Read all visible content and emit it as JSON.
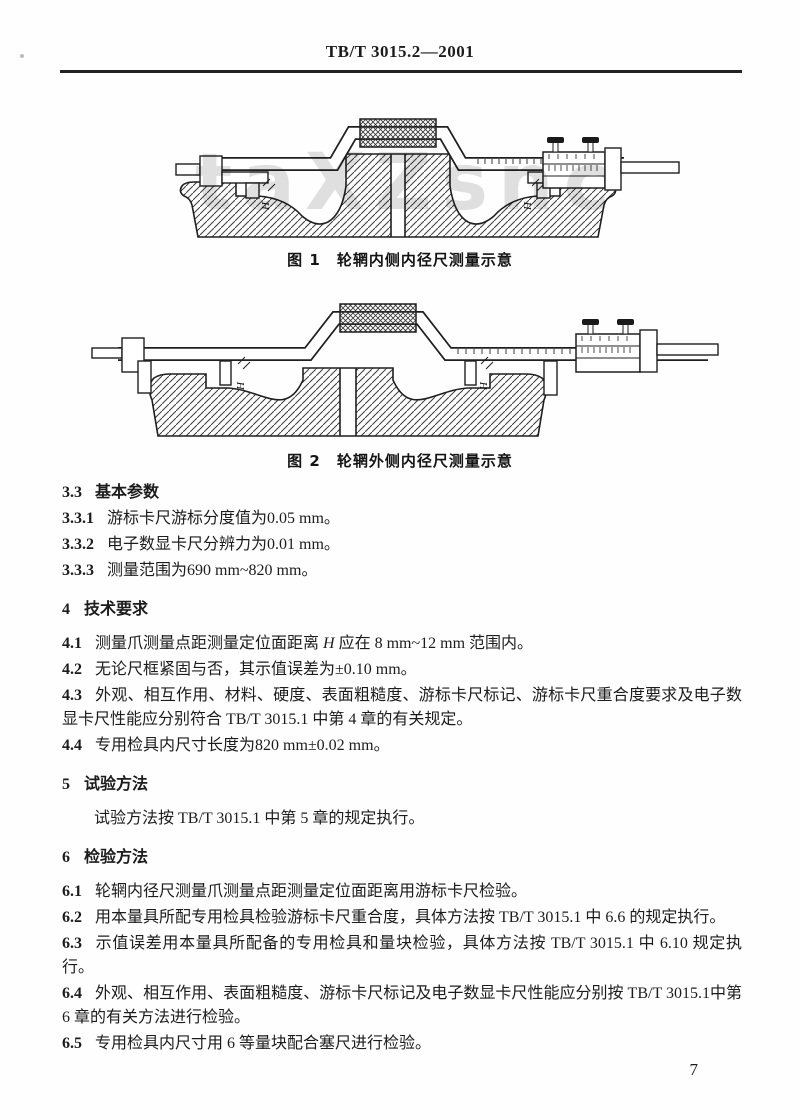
{
  "header": {
    "doc_number": "TB/T 3015.2—2001"
  },
  "watermark": {
    "text": "taXZsnc"
  },
  "figures": [
    {
      "caption": "图 1　轮辋内侧内径尺测量示意",
      "dim_label": "H"
    },
    {
      "caption": "图 2　轮辋外侧内径尺测量示意",
      "dim_label": "H"
    }
  ],
  "content": [
    {
      "num": "3.3",
      "text": "基本参数"
    },
    {
      "num": "3.3.1",
      "text": "游标卡尺游标分度值为0.05 mm。"
    },
    {
      "num": "3.3.2",
      "text": "电子数显卡尺分辨力为0.01 mm。"
    },
    {
      "num": "3.3.3",
      "text": "测量范围为690 mm~820 mm。"
    },
    {
      "num": "4",
      "text": "技术要求"
    },
    {
      "num": "4.1",
      "pre": "测量爪测量点距测量定位面距离 ",
      "var": "H",
      "post": " 应在 8 mm~12 mm 范围内。"
    },
    {
      "num": "4.2",
      "text": "无论尺框紧固与否，其示值误差为±0.10 mm。"
    },
    {
      "num": "4.3",
      "text": "外观、相互作用、材料、硬度、表面粗糙度、游标卡尺标记、游标卡尺重合度要求及电子数显卡尺性能应分别符合 TB/T 3015.1 中第 4 章的有关规定。"
    },
    {
      "num": "4.4",
      "text": "专用检具内尺寸长度为820 mm±0.02 mm。"
    },
    {
      "num": "5",
      "text": "试验方法"
    },
    {
      "text": "试验方法按 TB/T 3015.1 中第 5 章的规定执行。"
    },
    {
      "num": "6",
      "text": "检验方法"
    },
    {
      "num": "6.1",
      "text": "轮辋内径尺测量爪测量点距测量定位面距离用游标卡尺检验。"
    },
    {
      "num": "6.2",
      "text": "用本量具所配专用检具检验游标卡尺重合度，具体方法按 TB/T 3015.1 中 6.6 的规定执行。"
    },
    {
      "num": "6.3",
      "text": "示值误差用本量具所配备的专用检具和量块检验，具体方法按 TB/T 3015.1 中 6.10 规定执行。"
    },
    {
      "num": "6.4",
      "text": "外观、相互作用、表面粗糙度、游标卡尺标记及电子数显卡尺性能应分别按 TB/T 3015.1中第 6 章的有关方法进行检验。"
    },
    {
      "num": "6.5",
      "text": "专用检具内尺寸用 6 等量块配合塞尺进行检验。"
    }
  ],
  "footer": {
    "page_number": "7"
  }
}
